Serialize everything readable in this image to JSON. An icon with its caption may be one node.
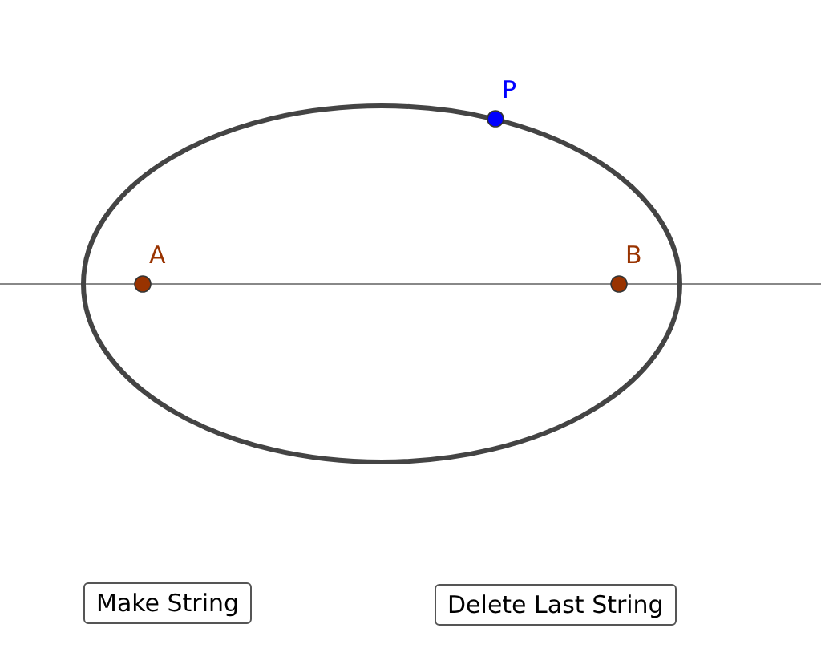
{
  "diagram": {
    "labels": [
      "P",
      "A",
      "B",
      "Make String",
      "Delete Last String"
    ]
  }
}
